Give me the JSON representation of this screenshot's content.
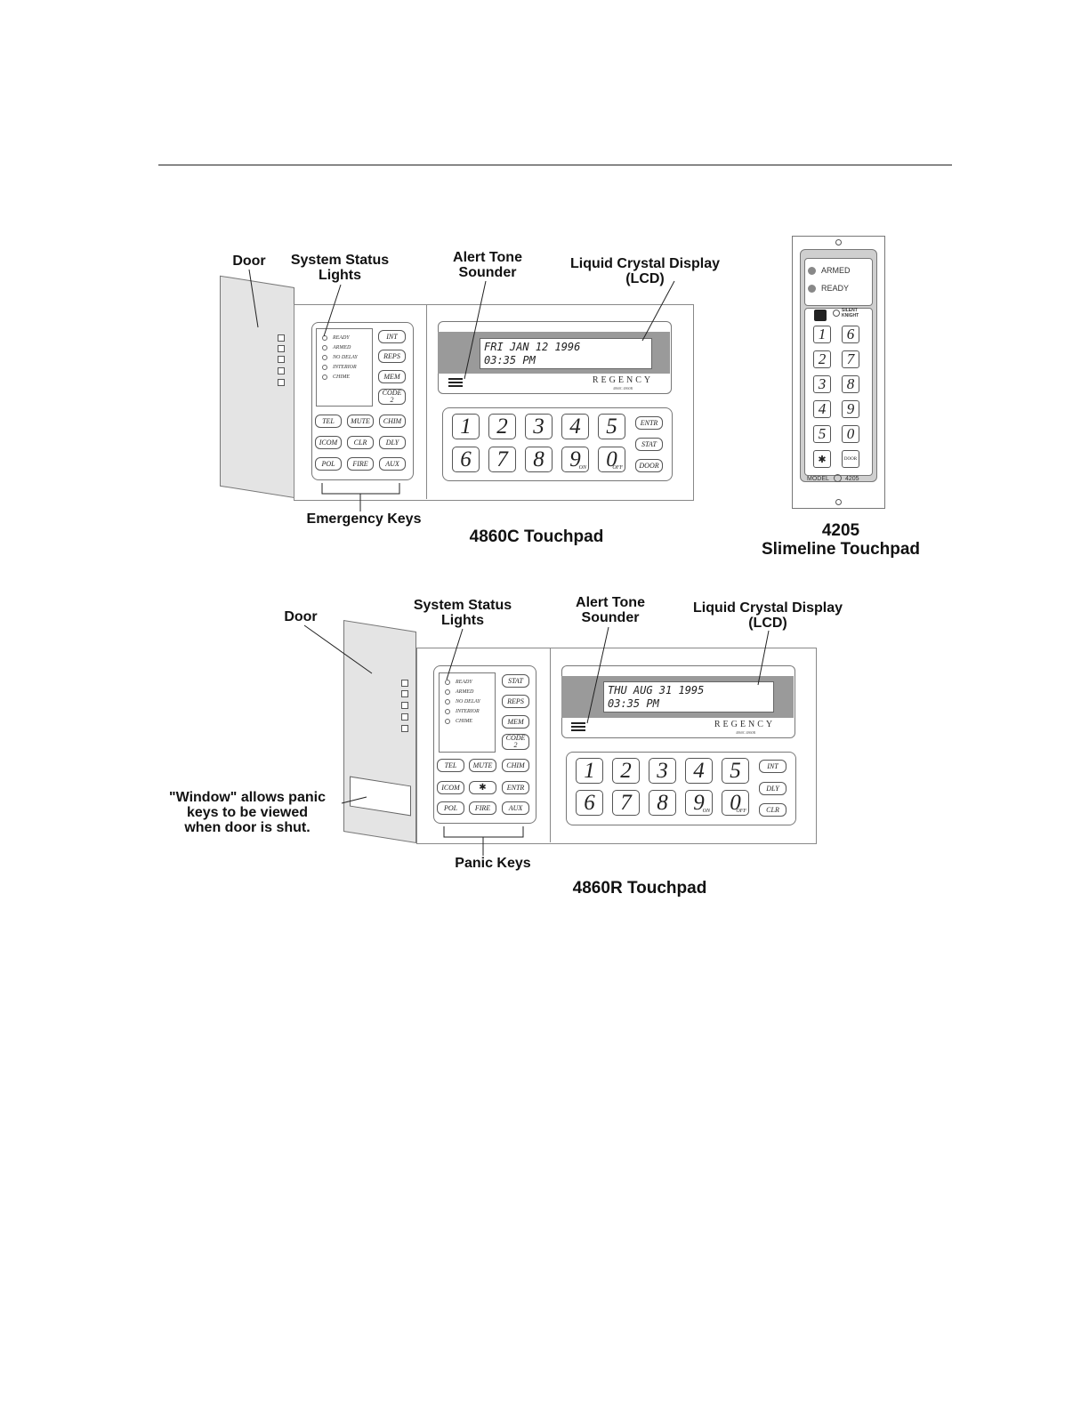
{
  "top_diagram": {
    "labels": {
      "door": "Door",
      "status_lights": "System Status\nLights",
      "alert_tone": "Alert Tone\nSounder",
      "lcd": "Liquid Crystal Display\n(LCD)",
      "emergency_keys": "Emergency Keys"
    },
    "caption": "4860C Touchpad",
    "status_lights": [
      "READY",
      "ARMED",
      "NO DELAY",
      "INTERIOR",
      "CHIME"
    ],
    "function_keys": [
      "INT",
      "REPS",
      "MEM",
      "CODE\n2"
    ],
    "emergency_keys": [
      "TEL",
      "MUTE",
      "CHIM",
      "ICOM",
      "CLR",
      "DLY",
      "POL",
      "FIRE",
      "AUX"
    ],
    "lcd_line1": "FRI JAN 12 1996",
    "lcd_line2": "03:35 PM",
    "brand": "REGENCY",
    "brand_sub": "4860C 4860R",
    "digits_top": [
      "1",
      "2",
      "3",
      "4",
      "5"
    ],
    "digits_bottom": [
      "6",
      "7",
      "8",
      "9",
      "0"
    ],
    "digit_sublabels": {
      "nine": "ON",
      "zero": "OFF"
    },
    "side_keys": [
      "ENTR",
      "STAT",
      "DOOR"
    ]
  },
  "slimline": {
    "caption": "4205\nSlimeline Touchpad",
    "lights": [
      "ARMED",
      "READY"
    ],
    "silent": "SILENT\nKNIGHT",
    "keys_left": [
      "1",
      "2",
      "3",
      "4",
      "5",
      "✱"
    ],
    "keys_right": [
      "6",
      "7",
      "8",
      "9",
      "0",
      "DOOR"
    ],
    "model_label": "MODEL",
    "model_number": "4205"
  },
  "bottom_diagram": {
    "labels": {
      "door": "Door",
      "status_lights": "System Status\nLights",
      "alert_tone": "Alert Tone\nSounder",
      "lcd": "Liquid Crystal Display\n(LCD)",
      "window": "\"Window\" allows panic\nkeys to be viewed\nwhen door is shut.",
      "panic_keys": "Panic Keys"
    },
    "caption": "4860R Touchpad",
    "status_lights": [
      "READY",
      "ARMED",
      "NO DELAY",
      "INTERIOR",
      "CHIME"
    ],
    "function_keys": [
      "STAT",
      "REPS",
      "MEM",
      "CODE\n2"
    ],
    "panic_keys": [
      "TEL",
      "MUTE",
      "CHIM",
      "ICOM",
      "✱",
      "ENTR",
      "POL",
      "FIRE",
      "AUX"
    ],
    "lcd_line1": "THU AUG 31 1995",
    "lcd_line2": "03:35 PM",
    "brand": "REGENCY",
    "brand_sub": "4860C 4860R",
    "digits_top": [
      "1",
      "2",
      "3",
      "4",
      "5"
    ],
    "digits_bottom": [
      "6",
      "7",
      "8",
      "9",
      "0"
    ],
    "digit_sublabels": {
      "nine": "ON",
      "zero": "OFF"
    },
    "side_keys": [
      "INT",
      "DLY",
      "CLR"
    ]
  }
}
